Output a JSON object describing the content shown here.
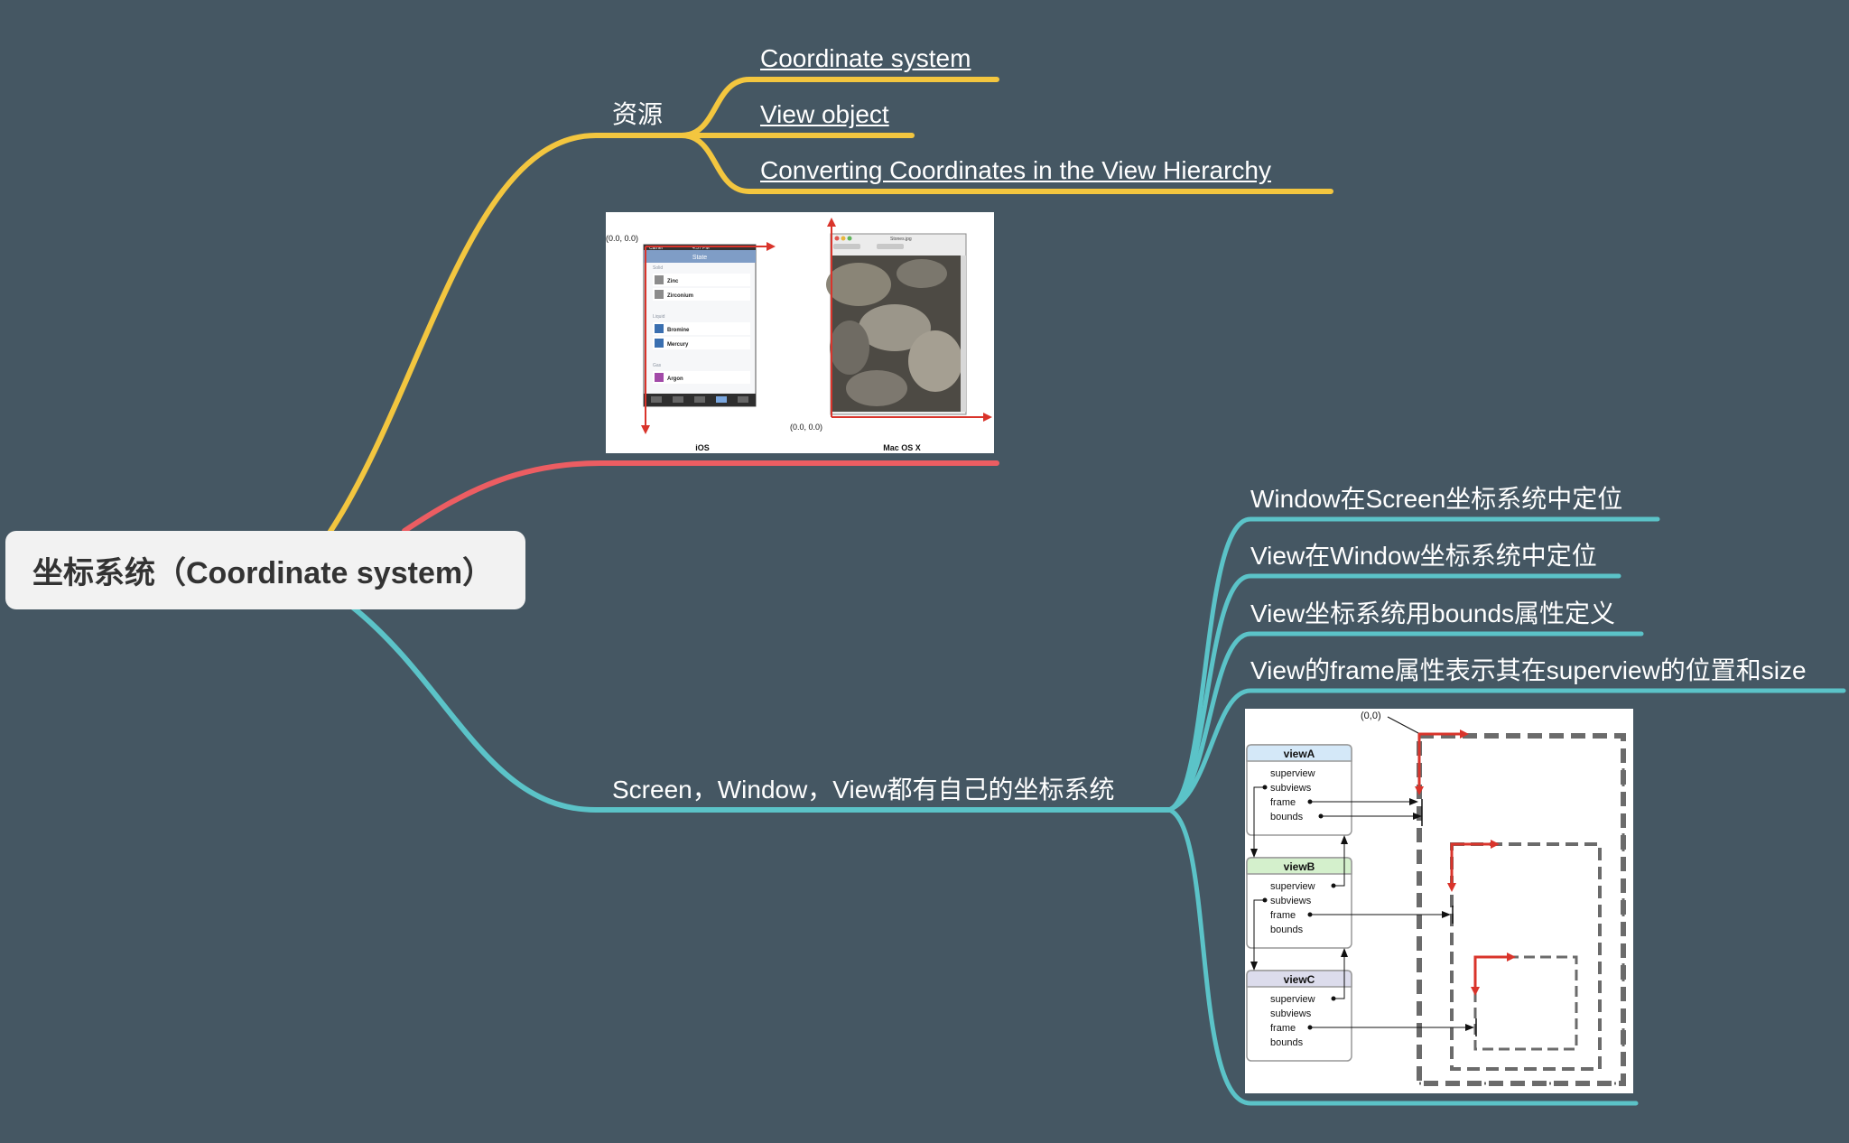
{
  "colors": {
    "background": "#455763",
    "branch_yellow": "#f3c63f",
    "branch_red": "#ec5d62",
    "branch_teal": "#5bc3c8"
  },
  "root": {
    "label": "坐标系统（Coordinate system）"
  },
  "resources": {
    "label": "资源",
    "links": [
      "Coordinate system",
      "View object",
      "Converting Coordinates in the View Hierarchy"
    ]
  },
  "image_ios_mac": {
    "origin_ios": "(0.0, 0.0)",
    "origin_mac": "(0.0, 0.0)",
    "ios_label": "iOS",
    "mac_label": "Mac OS X",
    "ios_status": "Carrier",
    "ios_time": "4:57 PM",
    "ios_nav_title": "State",
    "ios_sections": [
      "Solid",
      "Liquid",
      "Gas"
    ],
    "ios_rows": [
      "Zinc",
      "Zirconium",
      "Bromine",
      "Mercury",
      "Argon"
    ],
    "mac_window_title": "Stones.jpg"
  },
  "screen_branch": {
    "label": "Screen，Window，View都有自己的坐标系统",
    "items": [
      "Window在Screen坐标系统中定位",
      "View在Window坐标系统中定位",
      "View坐标系统用bounds属性定义",
      "View的frame属性表示其在superview的位置和size"
    ]
  },
  "view_diagram": {
    "origin_label": "(0,0)",
    "boxes": [
      {
        "title": "viewA",
        "title_color": "#d4e8f8",
        "props": [
          "superview",
          "subviews",
          "frame",
          "bounds"
        ]
      },
      {
        "title": "viewB",
        "title_color": "#d4f0cc",
        "props": [
          "superview",
          "subviews",
          "frame",
          "bounds"
        ]
      },
      {
        "title": "viewC",
        "title_color": "#dcdcec",
        "props": [
          "superview",
          "subviews",
          "frame",
          "bounds"
        ]
      }
    ]
  }
}
